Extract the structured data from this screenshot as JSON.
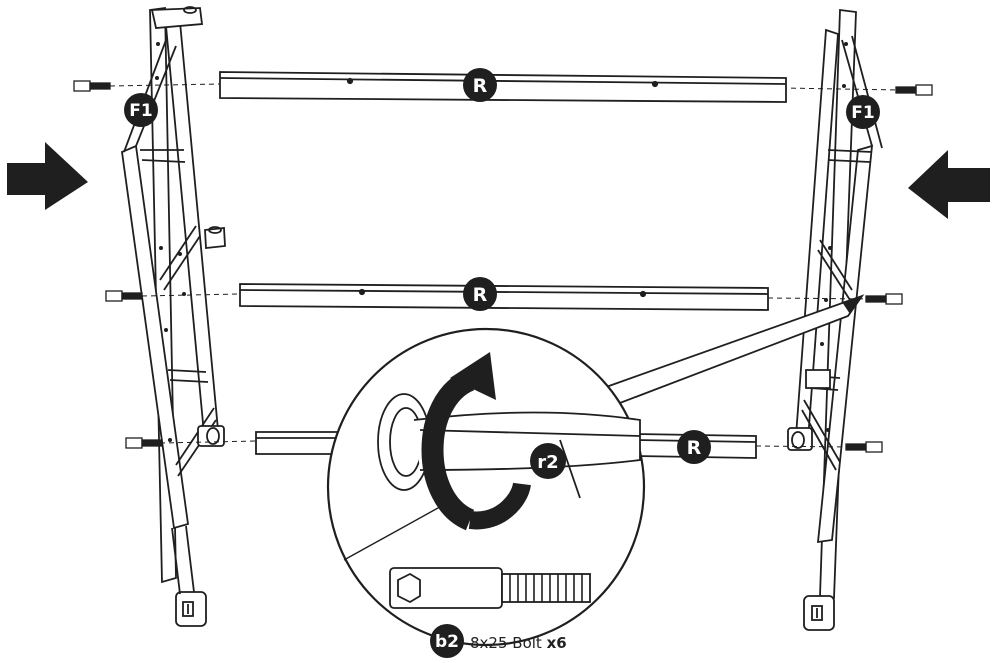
{
  "labels": {
    "frame_left": "F1",
    "frame_right": "F1",
    "rail_top": "R",
    "rail_middle": "R",
    "rail_bottom": "R",
    "detail_rail": "r2",
    "bolt_code": "b2"
  },
  "caption": {
    "bolt_desc": "8x25 Bolt",
    "bolt_qty": "x6"
  },
  "colors": {
    "line": "#1f1f1f",
    "badge": "#1f1f1f",
    "arrow": "#1f1f1f"
  }
}
